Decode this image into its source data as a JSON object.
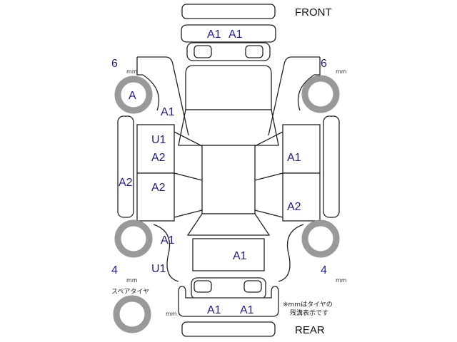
{
  "headings": {
    "front": "FRONT",
    "rear": "REAR"
  },
  "front_bumper": [
    "A1",
    "A1"
  ],
  "rear_bumper": [
    "A1",
    "A1"
  ],
  "tires": {
    "front_left": {
      "depth": "6",
      "unit": "mm",
      "mark": "A"
    },
    "front_right": {
      "depth": "6",
      "unit": "mm"
    },
    "rear_left": {
      "depth": "4",
      "unit": "mm"
    },
    "rear_right": {
      "depth": "4",
      "unit": "mm"
    },
    "spare": {
      "label": "スペアタイヤ",
      "unit": "mm"
    }
  },
  "left_side": {
    "front_fender": "A1",
    "front_door": [
      "U1",
      "A2"
    ],
    "rocker": "A2",
    "rear_door": "A2",
    "rear_quarter": "A1",
    "rear_lower": "U1"
  },
  "right_side": {
    "front_door": "A1",
    "rear_door": "A2"
  },
  "trunk": "A1",
  "note": [
    "※mmはタイヤの",
    "残溝表示です"
  ],
  "colors": {
    "label": "#1c1c96",
    "tire": "#999999"
  }
}
